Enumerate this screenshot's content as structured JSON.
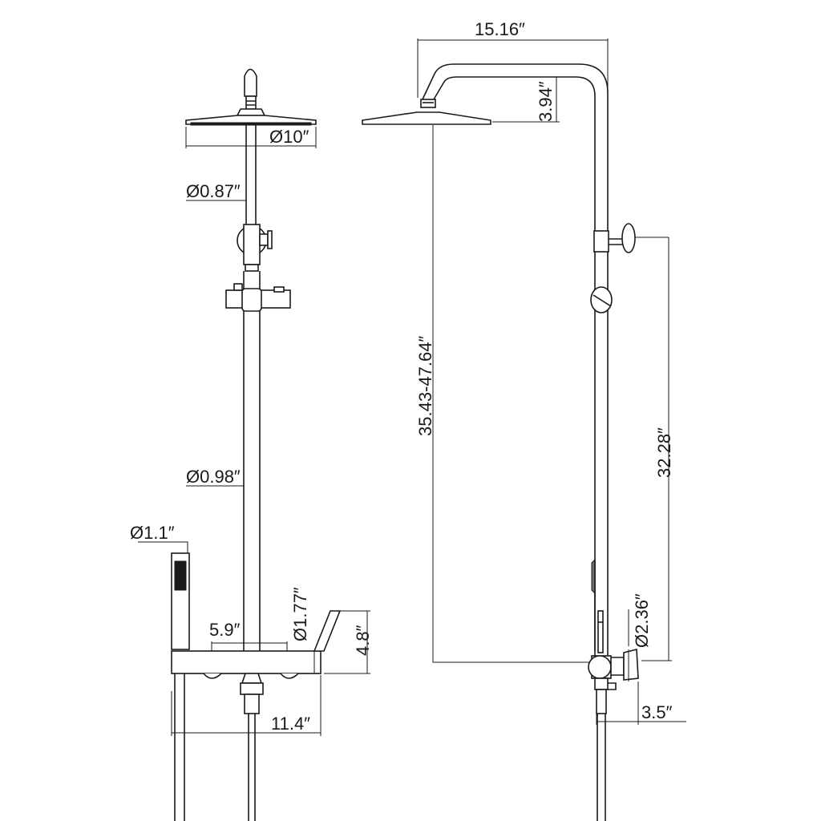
{
  "diagram": {
    "front_view": {
      "head_diameter": "Ø10″",
      "arm_diameter": "Ø0.87″",
      "riser_diameter": "Ø0.98″",
      "hand_shower_diameter": "Ø1.1″",
      "valve_spacing": "5.9″",
      "outlet_diameter": "Ø1.77″",
      "lever_height": "4.8″",
      "valve_body_length": "11.4″"
    },
    "side_view": {
      "arm_reach": "15.16″",
      "head_drop": "3.94″",
      "adjustable_height": "35.43-47.64″",
      "valve_to_connector": "32.28″",
      "handle_diameter": "Ø2.36″",
      "wall_projection": "3.5″"
    }
  }
}
